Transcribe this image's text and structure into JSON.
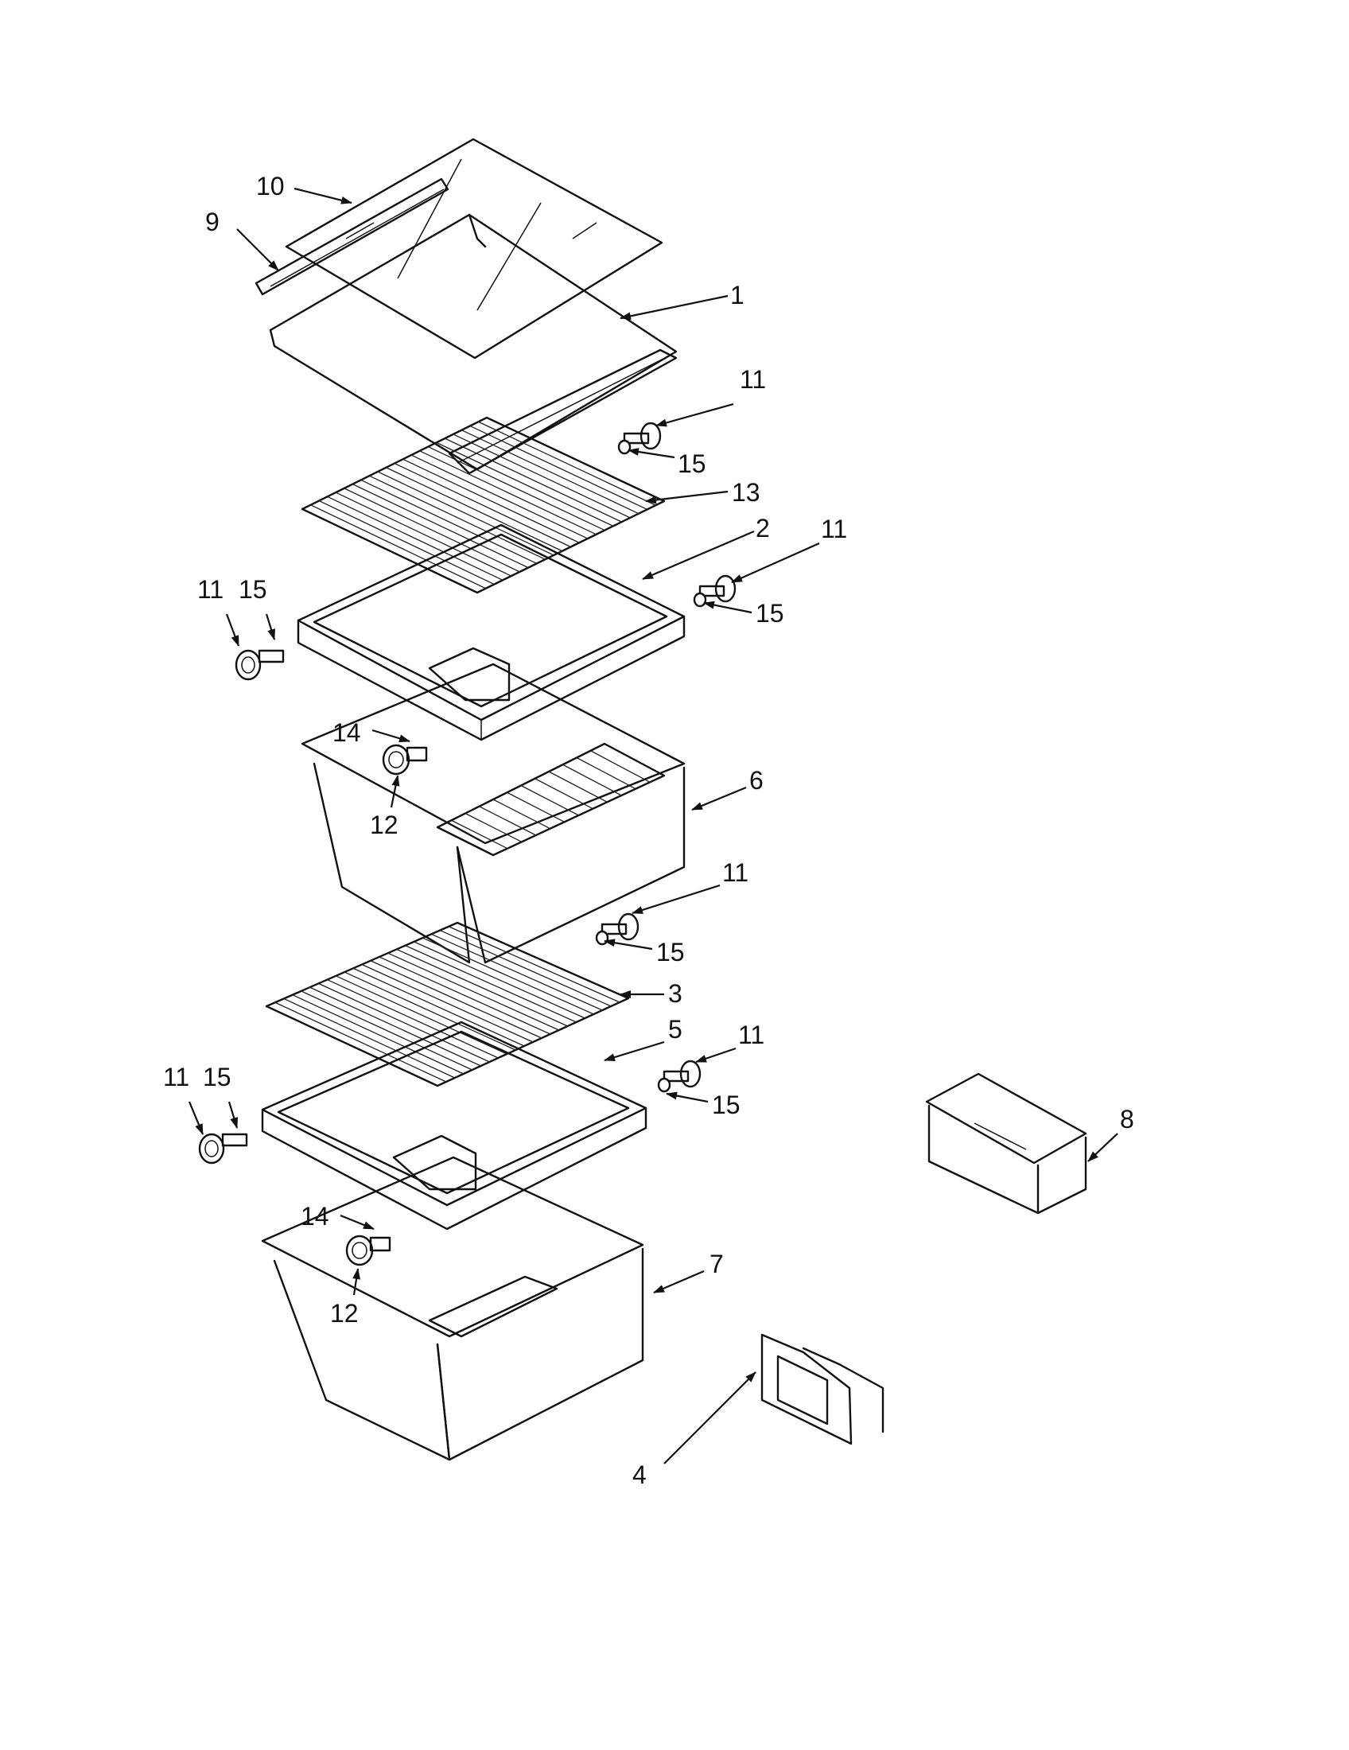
{
  "callouts": [
    {
      "id": "c10",
      "label": "10"
    },
    {
      "id": "c9",
      "label": "9"
    },
    {
      "id": "c1",
      "label": "1"
    },
    {
      "id": "c11a",
      "label": "11"
    },
    {
      "id": "c15a",
      "label": "15"
    },
    {
      "id": "c13",
      "label": "13"
    },
    {
      "id": "c2",
      "label": "2"
    },
    {
      "id": "c11b",
      "label": "11"
    },
    {
      "id": "c15b",
      "label": "15"
    },
    {
      "id": "c11c",
      "label": "11"
    },
    {
      "id": "c15c",
      "label": "15"
    },
    {
      "id": "c14a",
      "label": "14"
    },
    {
      "id": "c12a",
      "label": "12"
    },
    {
      "id": "c6",
      "label": "6"
    },
    {
      "id": "c11d",
      "label": "11"
    },
    {
      "id": "c15d",
      "label": "15"
    },
    {
      "id": "c3",
      "label": "3"
    },
    {
      "id": "c5",
      "label": "5"
    },
    {
      "id": "c11e",
      "label": "11"
    },
    {
      "id": "c15e",
      "label": "15"
    },
    {
      "id": "c11f",
      "label": "11"
    },
    {
      "id": "c15f",
      "label": "15"
    },
    {
      "id": "c8",
      "label": "8"
    },
    {
      "id": "c14b",
      "label": "14"
    },
    {
      "id": "c12b",
      "label": "12"
    },
    {
      "id": "c7",
      "label": "7"
    },
    {
      "id": "c4",
      "label": "4"
    }
  ]
}
